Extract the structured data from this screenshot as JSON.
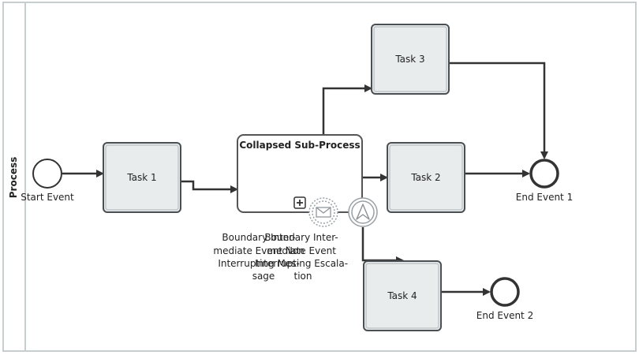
{
  "pool": {
    "label": "Process"
  },
  "nodes": {
    "start_event": {
      "label": "Start Event"
    },
    "task1": {
      "label": "Task 1"
    },
    "subprocess": {
      "label": "Collapsed Sub-Process",
      "marker": "plus-icon"
    },
    "task2": {
      "label": "Task 2"
    },
    "task3": {
      "label": "Task 3"
    },
    "task4": {
      "label": "Task 4"
    },
    "end_event1": {
      "label": "End Event 1"
    },
    "end_event2": {
      "label": "End Event 2"
    },
    "boundary_message": {
      "icon": "envelope-icon",
      "label_lines": [
        "Boundary Inter-",
        "mediate Event Non",
        "Interrupting Mes-",
        "sage"
      ]
    },
    "boundary_escalation": {
      "icon": "escalation-arrow-icon",
      "label_lines": [
        "Boundary Inter-",
        "mediate Event",
        "Interrupting Escala-",
        "tion"
      ]
    }
  },
  "colors": {
    "task_fill": "#e9ecec",
    "stroke": "#333333",
    "pool_border": "#c8cdd0"
  }
}
